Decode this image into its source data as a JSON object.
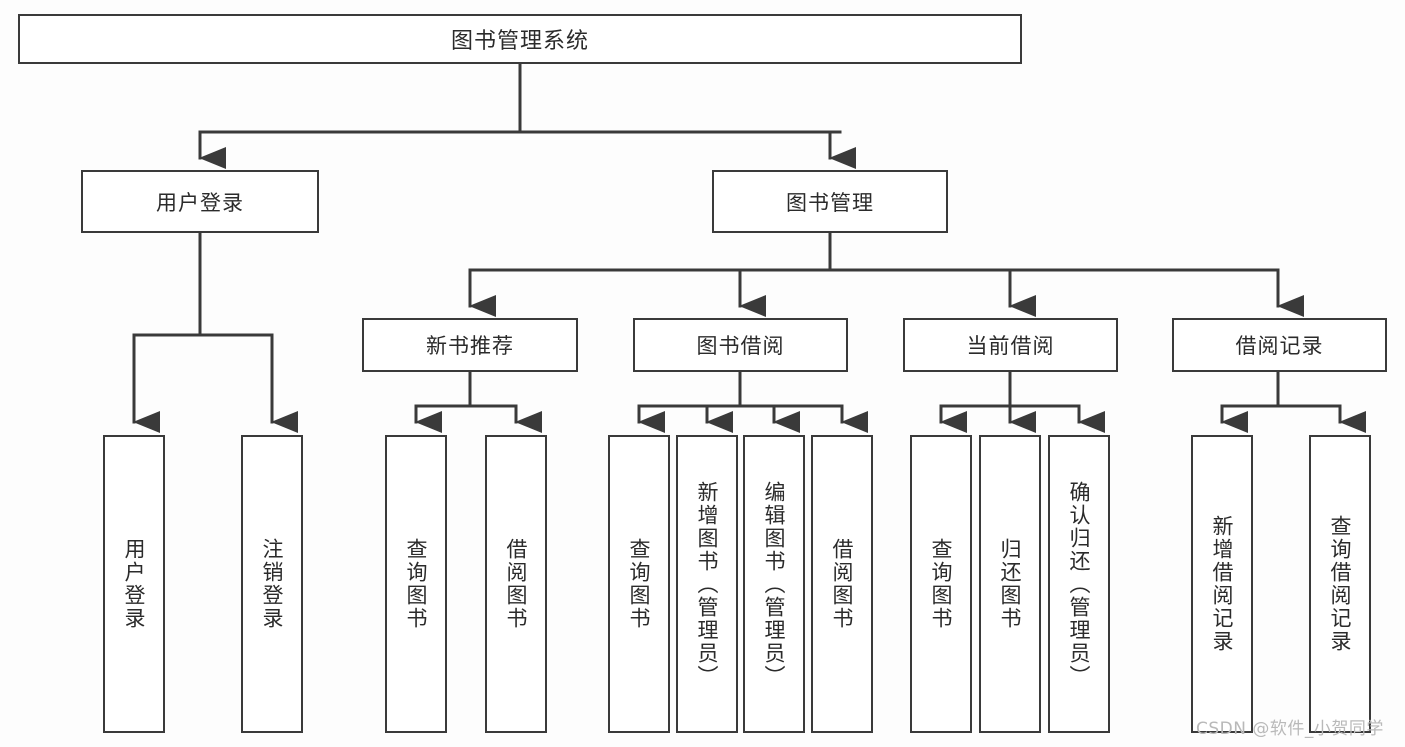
{
  "diagram": {
    "title": "图书管理系统",
    "type": "hierarchy-tree",
    "orientation": "top-down",
    "colors": {
      "box_border": "#3a3a3a",
      "box_fill": "#ffffff",
      "text": "#2b2b2b",
      "connector": "#3a3a3a",
      "background": "#fdfdfd",
      "watermark": "#b9b9b9"
    },
    "nodes": {
      "root": {
        "label": "图书管理系统"
      },
      "level2": [
        {
          "id": "user-login",
          "label": "用户登录"
        },
        {
          "id": "book-management",
          "label": "图书管理"
        }
      ],
      "level3": [
        {
          "id": "new-book-recommend",
          "label": "新书推荐"
        },
        {
          "id": "book-borrow",
          "label": "图书借阅"
        },
        {
          "id": "current-borrow",
          "label": "当前借阅"
        },
        {
          "id": "borrow-record",
          "label": "借阅记录"
        }
      ],
      "leaves": {
        "user_login": [
          {
            "id": "leaf-user-login",
            "label": "用户登录"
          },
          {
            "id": "leaf-logout-login",
            "label": "注销登录"
          }
        ],
        "new_book_recommend": [
          {
            "id": "leaf-query-book-1",
            "label": "查询图书"
          },
          {
            "id": "leaf-borrow-book-1",
            "label": "借阅图书"
          }
        ],
        "book_borrow": [
          {
            "id": "leaf-query-book-2",
            "label": "查询图书"
          },
          {
            "id": "leaf-add-book",
            "label": "新增图书（管理员）"
          },
          {
            "id": "leaf-edit-book",
            "label": "编辑图书（管理员）"
          },
          {
            "id": "leaf-borrow-book-2",
            "label": "借阅图书"
          }
        ],
        "current_borrow": [
          {
            "id": "leaf-query-book-3",
            "label": "查询图书"
          },
          {
            "id": "leaf-return-book",
            "label": "归还图书"
          },
          {
            "id": "leaf-confirm-return",
            "label": "确认归还（管理员）"
          }
        ],
        "borrow_record": [
          {
            "id": "leaf-add-record",
            "label": "新增借阅记录"
          },
          {
            "id": "leaf-query-record",
            "label": "查询借阅记录"
          }
        ]
      }
    }
  },
  "watermark": {
    "text": "CSDN @软件_小贺同学"
  }
}
